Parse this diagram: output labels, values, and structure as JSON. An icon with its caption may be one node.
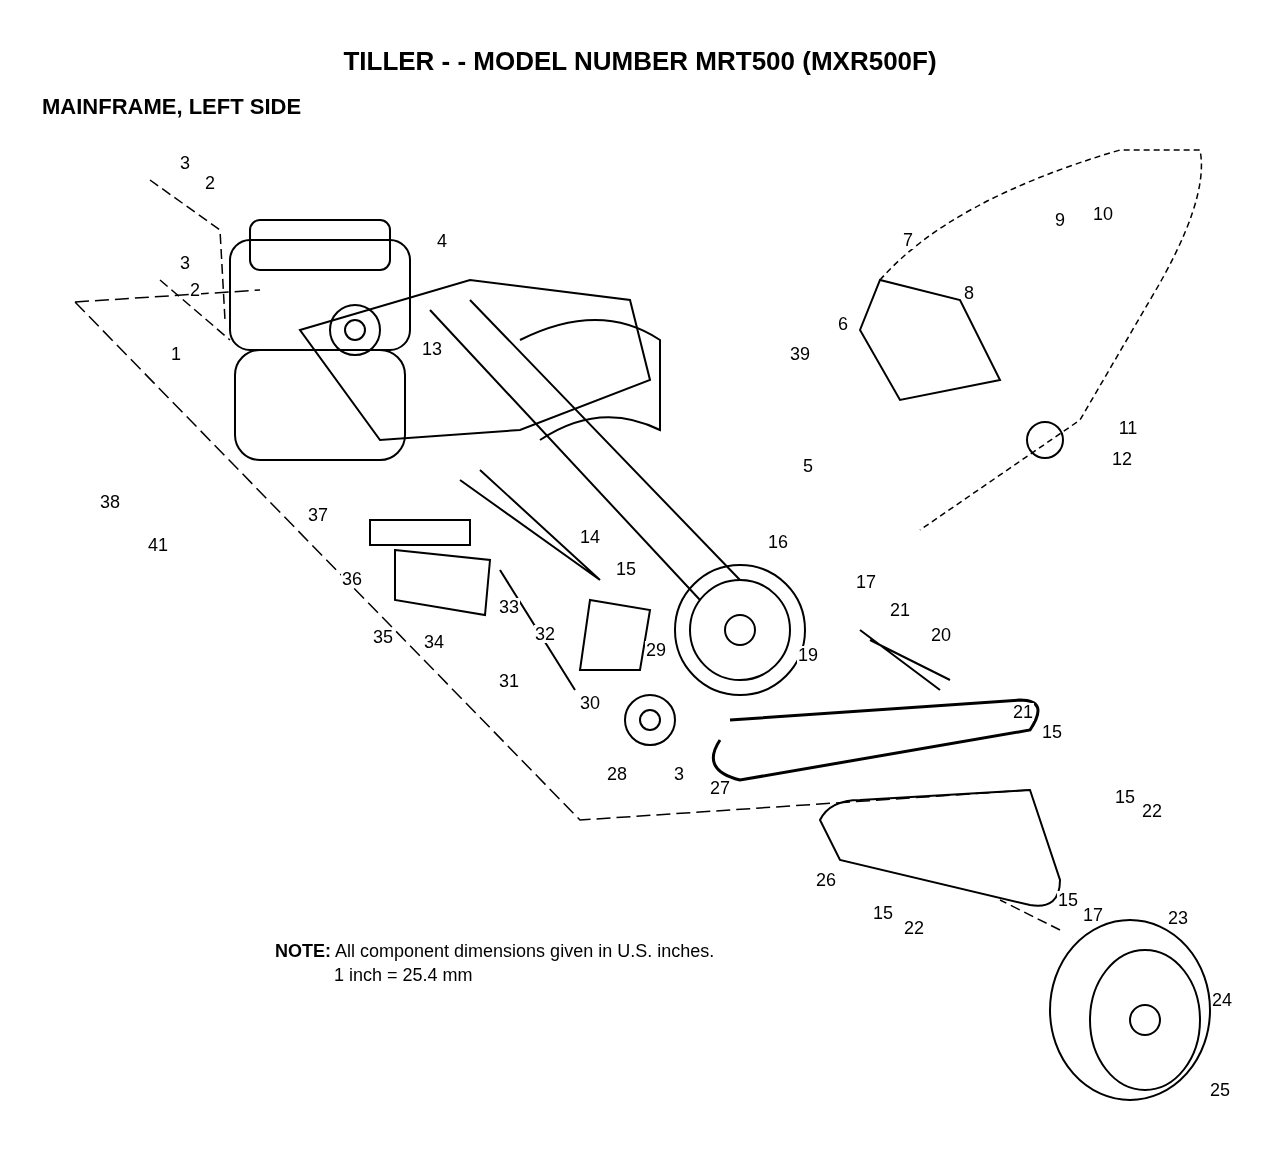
{
  "diagram": {
    "title": "TILLER - - MODEL NUMBER MRT500 (MXR500F)",
    "labels": [
      "MAINFRAME, LEFT SIDE",
      "3",
      "2",
      "4",
      "7",
      "9",
      "10",
      "3",
      "2",
      "8",
      "6",
      "1",
      "13",
      "39",
      "11",
      "5",
      "12",
      "38",
      "37",
      "41",
      "14",
      "16",
      "36",
      "15",
      "17",
      "33",
      "21",
      "35",
      "34",
      "32",
      "29",
      "19",
      "20",
      "31",
      "30",
      "21",
      "15",
      "28",
      "3",
      "27",
      "15",
      "22",
      "26",
      "15",
      "22",
      "15",
      "17",
      "23",
      "24",
      "25",
      "**NOTE:** All component dimensions given in U.S. inches.",
      "1 inch = 25.4 mm"
    ]
  }
}
